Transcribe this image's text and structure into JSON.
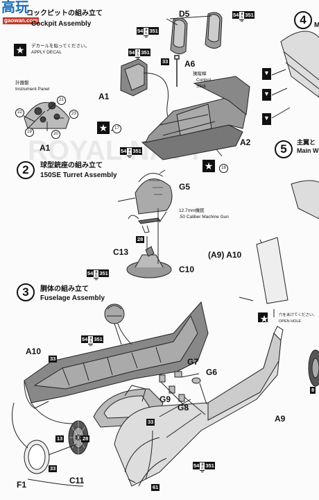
{
  "watermark": {
    "cn": "高玩",
    "url": "gaowan.com"
  },
  "step1": {
    "jp": "コックピットの組み立て",
    "en": "Cockpit Assembly"
  },
  "decal_note": {
    "jp": "デカールを貼ってください。",
    "en": "APPLY DECAL"
  },
  "instrument_panel": {
    "jp": "計器盤",
    "en": "Instrument Panel",
    "label": "A1"
  },
  "step2": {
    "num": "2",
    "jp": "球型銃座の組み立て",
    "en": "150SE Turret Assembly"
  },
  "step3": {
    "num": "3",
    "jp": "胴体の組み立て",
    "en": "Fuselage Assembly"
  },
  "step4": {
    "num": "4",
    "text": "M"
  },
  "step5": {
    "num": "5",
    "jp": "主翼と",
    "en": "Main W"
  },
  "control_stick": {
    "jp": "操縦桿",
    "en1": "Control",
    "en2": "Stick"
  },
  "gun": {
    "jp": "12.7mm機銃",
    "en": ".50 Caliber Machine Gun"
  },
  "open_hole": {
    "jp": "穴をあけてください。",
    "en": "OPEN HOLE"
  },
  "paint_code": {
    "a": "54",
    "b": "351",
    "mid": "または"
  },
  "paint_33": "33",
  "parts": {
    "D5": "D5",
    "A6": "A6",
    "A1_top": "A1",
    "A2": "A2",
    "G5": "G5",
    "C13": "C13",
    "C10": "C10",
    "A9A10": "(A9) A10",
    "A10": "A10",
    "G7": "G7",
    "G6": "G6",
    "G9": "G9",
    "G8": "G8",
    "A9": "A9",
    "C11": "C11",
    "F1": "F1"
  },
  "num_tags": {
    "n28a": "28",
    "n13": "13",
    "n28b": "28",
    "n33a": "33",
    "n33b": "33",
    "n33c": "33",
    "n61": "61",
    "n8": "8"
  },
  "callouts": {
    "c17": "17",
    "c18": "18",
    "c19": "19",
    "c20": "20",
    "c21": "21",
    "c22": "22",
    "c23": "23"
  },
  "bg_letters": "ROYAL NAVY"
}
